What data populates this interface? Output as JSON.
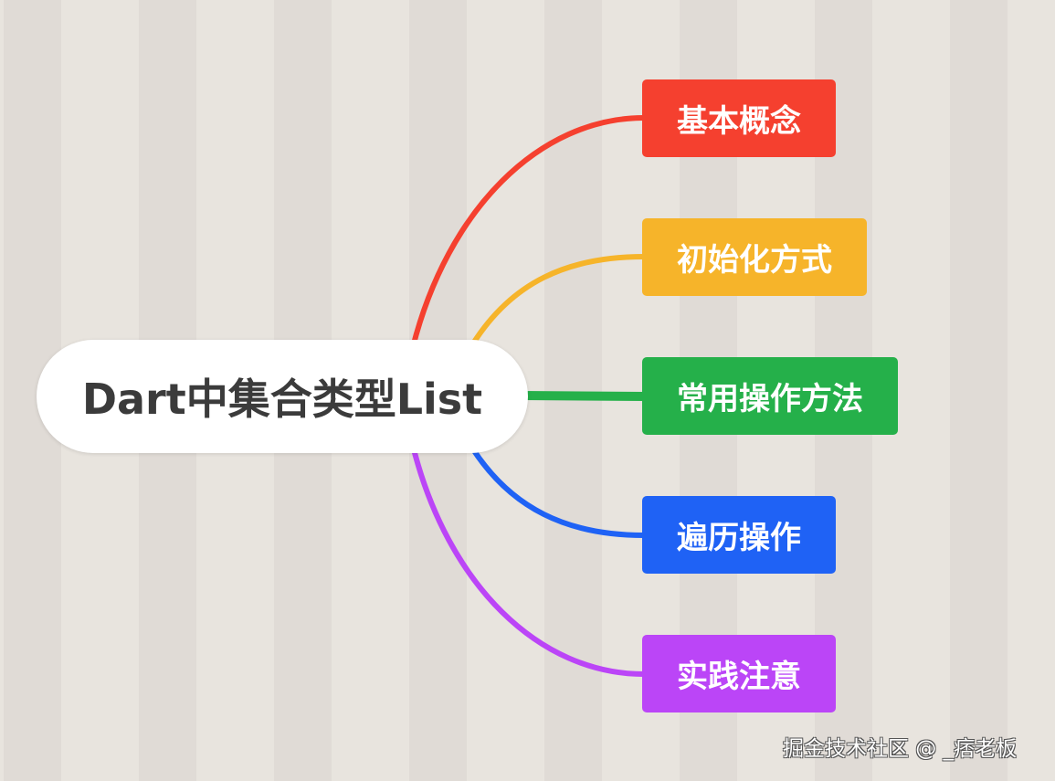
{
  "mindmap": {
    "root": {
      "label": "Dart中集合类型List",
      "background": "#ffffff",
      "text_color": "#3b3b3b"
    },
    "topics": [
      {
        "label": "基本概念",
        "color": "#f5402f"
      },
      {
        "label": "初始化方式",
        "color": "#f6b42a"
      },
      {
        "label": "常用操作方法",
        "color": "#25b04a"
      },
      {
        "label": "遍历操作",
        "color": "#1f62f5"
      },
      {
        "label": "实践注意",
        "color": "#bb45f7"
      }
    ]
  },
  "background": {
    "stripe_light": "#e8e4de",
    "stripe_dark": "#e0dbd6"
  },
  "watermark": {
    "text": "掘金技术社区 @ _痞老板"
  }
}
